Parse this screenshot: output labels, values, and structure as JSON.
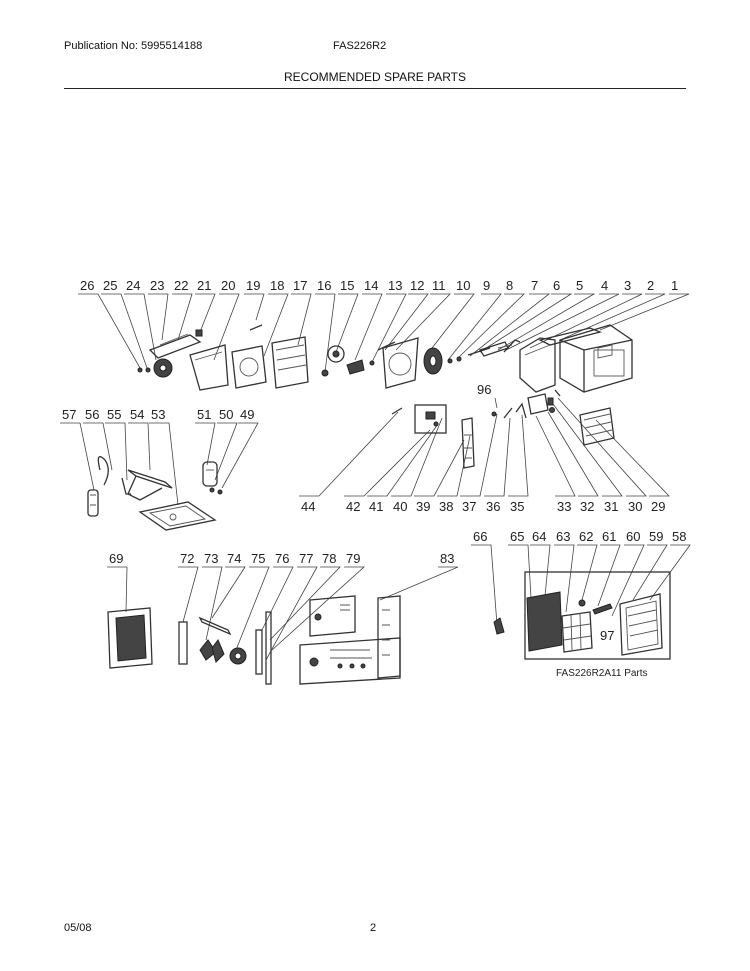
{
  "header": {
    "publication": "Publication No: 5995514188",
    "model": "FAS226R2",
    "title": "RECOMMENDED SPARE PARTS"
  },
  "diagram": {
    "row1_numbers": [
      "26",
      "25",
      "24",
      "23",
      "22",
      "21",
      "20",
      "19",
      "18",
      "17",
      "16",
      "15",
      "14",
      "13",
      "12",
      "11",
      "10",
      "9",
      "8",
      "7",
      "6",
      "5",
      "4",
      "3",
      "2",
      "1"
    ],
    "row2_top_numbers": [
      "57",
      "56",
      "55",
      "54",
      "53",
      "51",
      "50",
      "49",
      "96"
    ],
    "row2_bottom_numbers": [
      "44",
      "42",
      "41",
      "40",
      "39",
      "38",
      "37",
      "36",
      "35",
      "33",
      "32",
      "31",
      "30",
      "29"
    ],
    "row3_numbers": [
      "69",
      "72",
      "73",
      "74",
      "75",
      "76",
      "77",
      "78",
      "79",
      "83",
      "66",
      "65",
      "64",
      "63",
      "62",
      "61",
      "60",
      "59",
      "58",
      "97"
    ],
    "inset_caption": "FAS226R2A11 Parts"
  },
  "footer": {
    "date": "05/08",
    "page": "2"
  }
}
